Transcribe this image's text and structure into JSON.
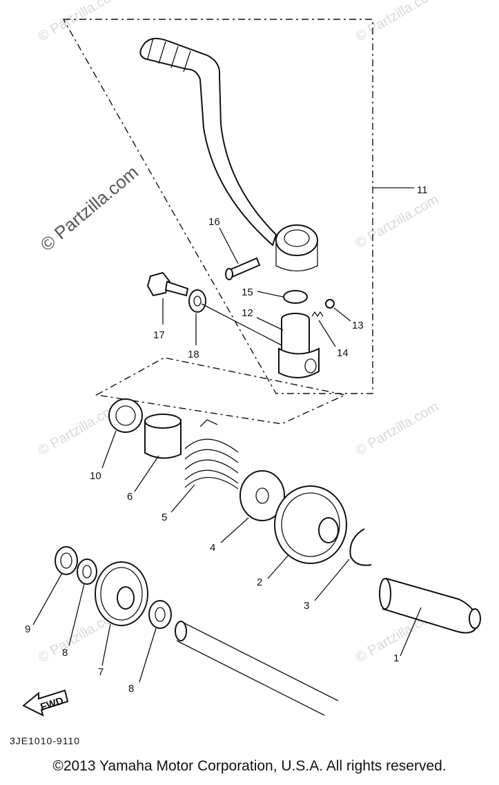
{
  "watermark": {
    "main": "© Partzilla.com",
    "tile": "© Partzilla.com"
  },
  "callouts": [
    "1",
    "2",
    "3",
    "4",
    "5",
    "6",
    "7",
    "8",
    "8",
    "9",
    "10",
    "11",
    "12",
    "13",
    "14",
    "15",
    "16",
    "17",
    "18"
  ],
  "fwd_label": "FWD",
  "diagram_code": "3JE1010-9110",
  "footer": "©2013  Yamaha Motor Corporation, U.S.A. All rights reserved."
}
